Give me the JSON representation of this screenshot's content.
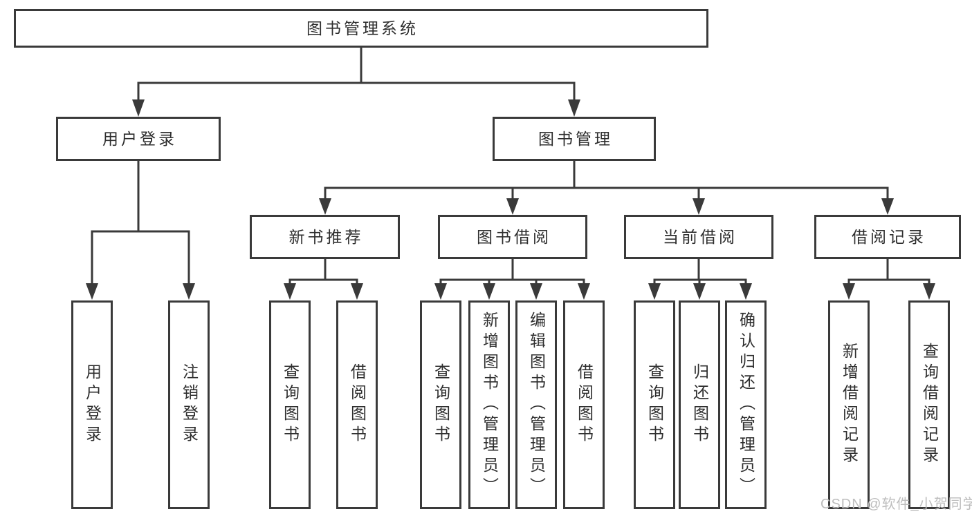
{
  "diagram": {
    "type": "hierarchy-tree",
    "nodes": {
      "root": {
        "label": "图书管理系统"
      },
      "user_login": {
        "label": "用户登录"
      },
      "book_mgmt": {
        "label": "图书管理"
      },
      "new_book_rec": {
        "label": "新书推荐"
      },
      "book_borrow": {
        "label": "图书借阅"
      },
      "current_borrow": {
        "label": "当前借阅"
      },
      "borrow_records": {
        "label": "借阅记录"
      },
      "leaf_user_login": {
        "label": "用户登录"
      },
      "leaf_logout": {
        "label": "注销登录"
      },
      "leaf_query_book_rec": {
        "label": "查询图书"
      },
      "leaf_borrow_book_rec": {
        "label": "借阅图书"
      },
      "leaf_query_book_bor": {
        "label": "查询图书"
      },
      "leaf_add_book": {
        "label": "新增图书（管理员）"
      },
      "leaf_edit_book": {
        "label": "编辑图书（管理员）"
      },
      "leaf_borrow_book_bor": {
        "label": "借阅图书"
      },
      "leaf_query_book_cur": {
        "label": "查询图书"
      },
      "leaf_return_book": {
        "label": "归还图书"
      },
      "leaf_confirm_return": {
        "label": "确认归还（管理员）"
      },
      "leaf_add_record": {
        "label": "新增借阅记录"
      },
      "leaf_query_record": {
        "label": "查询借阅记录"
      }
    },
    "edges": [
      [
        "root",
        "user_login"
      ],
      [
        "root",
        "book_mgmt"
      ],
      [
        "user_login",
        "leaf_user_login"
      ],
      [
        "user_login",
        "leaf_logout"
      ],
      [
        "book_mgmt",
        "new_book_rec"
      ],
      [
        "book_mgmt",
        "book_borrow"
      ],
      [
        "book_mgmt",
        "current_borrow"
      ],
      [
        "book_mgmt",
        "borrow_records"
      ],
      [
        "new_book_rec",
        "leaf_query_book_rec"
      ],
      [
        "new_book_rec",
        "leaf_borrow_book_rec"
      ],
      [
        "book_borrow",
        "leaf_query_book_bor"
      ],
      [
        "book_borrow",
        "leaf_add_book"
      ],
      [
        "book_borrow",
        "leaf_edit_book"
      ],
      [
        "book_borrow",
        "leaf_borrow_book_bor"
      ],
      [
        "current_borrow",
        "leaf_query_book_cur"
      ],
      [
        "current_borrow",
        "leaf_return_book"
      ],
      [
        "current_borrow",
        "leaf_confirm_return"
      ],
      [
        "borrow_records",
        "leaf_add_record"
      ],
      [
        "borrow_records",
        "leaf_query_record"
      ]
    ],
    "colors": {
      "line": "#3a3a3a",
      "box_border": "#3a3a3a",
      "text": "#2e2e2e",
      "background": "#ffffff",
      "watermark": "#bdbdbd"
    }
  },
  "watermark": "CSDN @软件_小贺同学"
}
